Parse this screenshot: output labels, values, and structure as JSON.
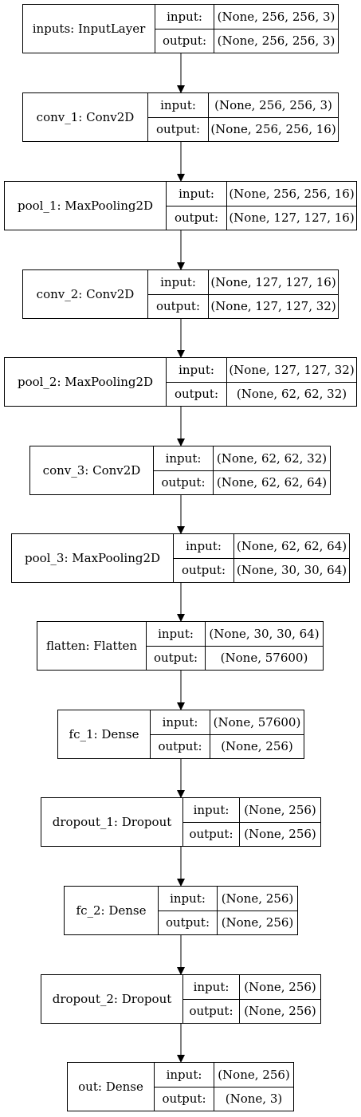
{
  "diagram": {
    "port_labels": {
      "input": "input:",
      "output": "output:"
    },
    "nodes": [
      {
        "name": "inputs: InputLayer",
        "input": "(None, 256, 256, 3)",
        "output": "(None, 256, 256, 3)"
      },
      {
        "name": "conv_1: Conv2D",
        "input": "(None, 256, 256, 3)",
        "output": "(None, 256, 256, 16)"
      },
      {
        "name": "pool_1: MaxPooling2D",
        "input": "(None, 256, 256, 16)",
        "output": "(None, 127, 127, 16)"
      },
      {
        "name": "conv_2: Conv2D",
        "input": "(None, 127, 127, 16)",
        "output": "(None, 127, 127, 32)"
      },
      {
        "name": "pool_2: MaxPooling2D",
        "input": "(None, 127, 127, 32)",
        "output": "(None, 62, 62, 32)"
      },
      {
        "name": "conv_3: Conv2D",
        "input": "(None, 62, 62, 32)",
        "output": "(None, 62, 62, 64)"
      },
      {
        "name": "pool_3: MaxPooling2D",
        "input": "(None, 62, 62, 64)",
        "output": "(None, 30, 30, 64)"
      },
      {
        "name": "flatten: Flatten",
        "input": "(None, 30, 30, 64)",
        "output": "(None, 57600)"
      },
      {
        "name": "fc_1: Dense",
        "input": "(None, 57600)",
        "output": "(None, 256)"
      },
      {
        "name": "dropout_1: Dropout",
        "input": "(None, 256)",
        "output": "(None, 256)"
      },
      {
        "name": "fc_2: Dense",
        "input": "(None, 256)",
        "output": "(None, 256)"
      },
      {
        "name": "dropout_2: Dropout",
        "input": "(None, 256)",
        "output": "(None, 256)"
      },
      {
        "name": "out: Dense",
        "input": "(None, 256)",
        "output": "(None, 3)"
      }
    ]
  }
}
